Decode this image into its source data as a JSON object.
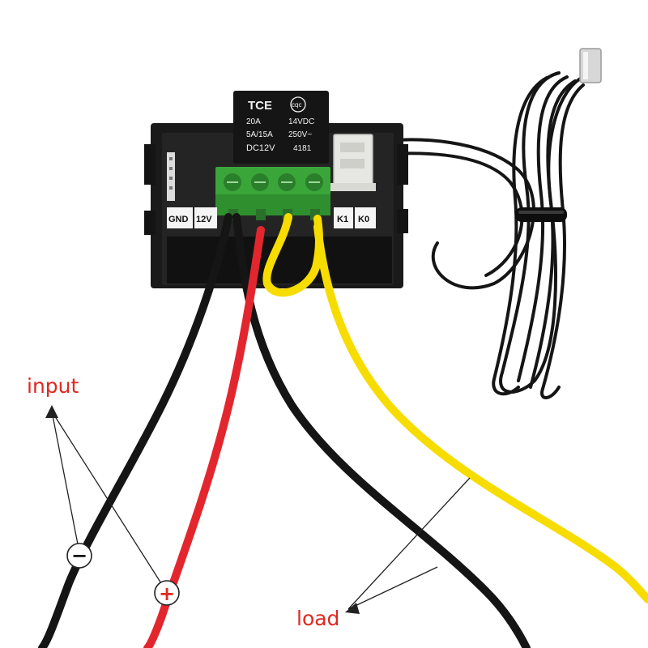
{
  "colors": {
    "annotation": "#e0281f",
    "wire_red": "#e3262e",
    "wire_yellow": "#f7dc00",
    "wire_black": "#151515",
    "terminal_green": "#3aa63a",
    "housing": "#1a1a1a"
  },
  "relay": {
    "brand": "TCE",
    "cert_mark": "cqc",
    "line1_left": "20A",
    "line1_right": "14VDC",
    "line2_left": "5A/15A",
    "line2_right": "250V~",
    "line3_left": "DC12V",
    "line3_right": "4181"
  },
  "terminals": {
    "gnd": "GND",
    "v12": "12V",
    "k1": "K1",
    "k0": "K0"
  },
  "annotations": {
    "input_label": "input",
    "load_label": "load",
    "minus_sign": "−",
    "plus_sign": "+"
  }
}
